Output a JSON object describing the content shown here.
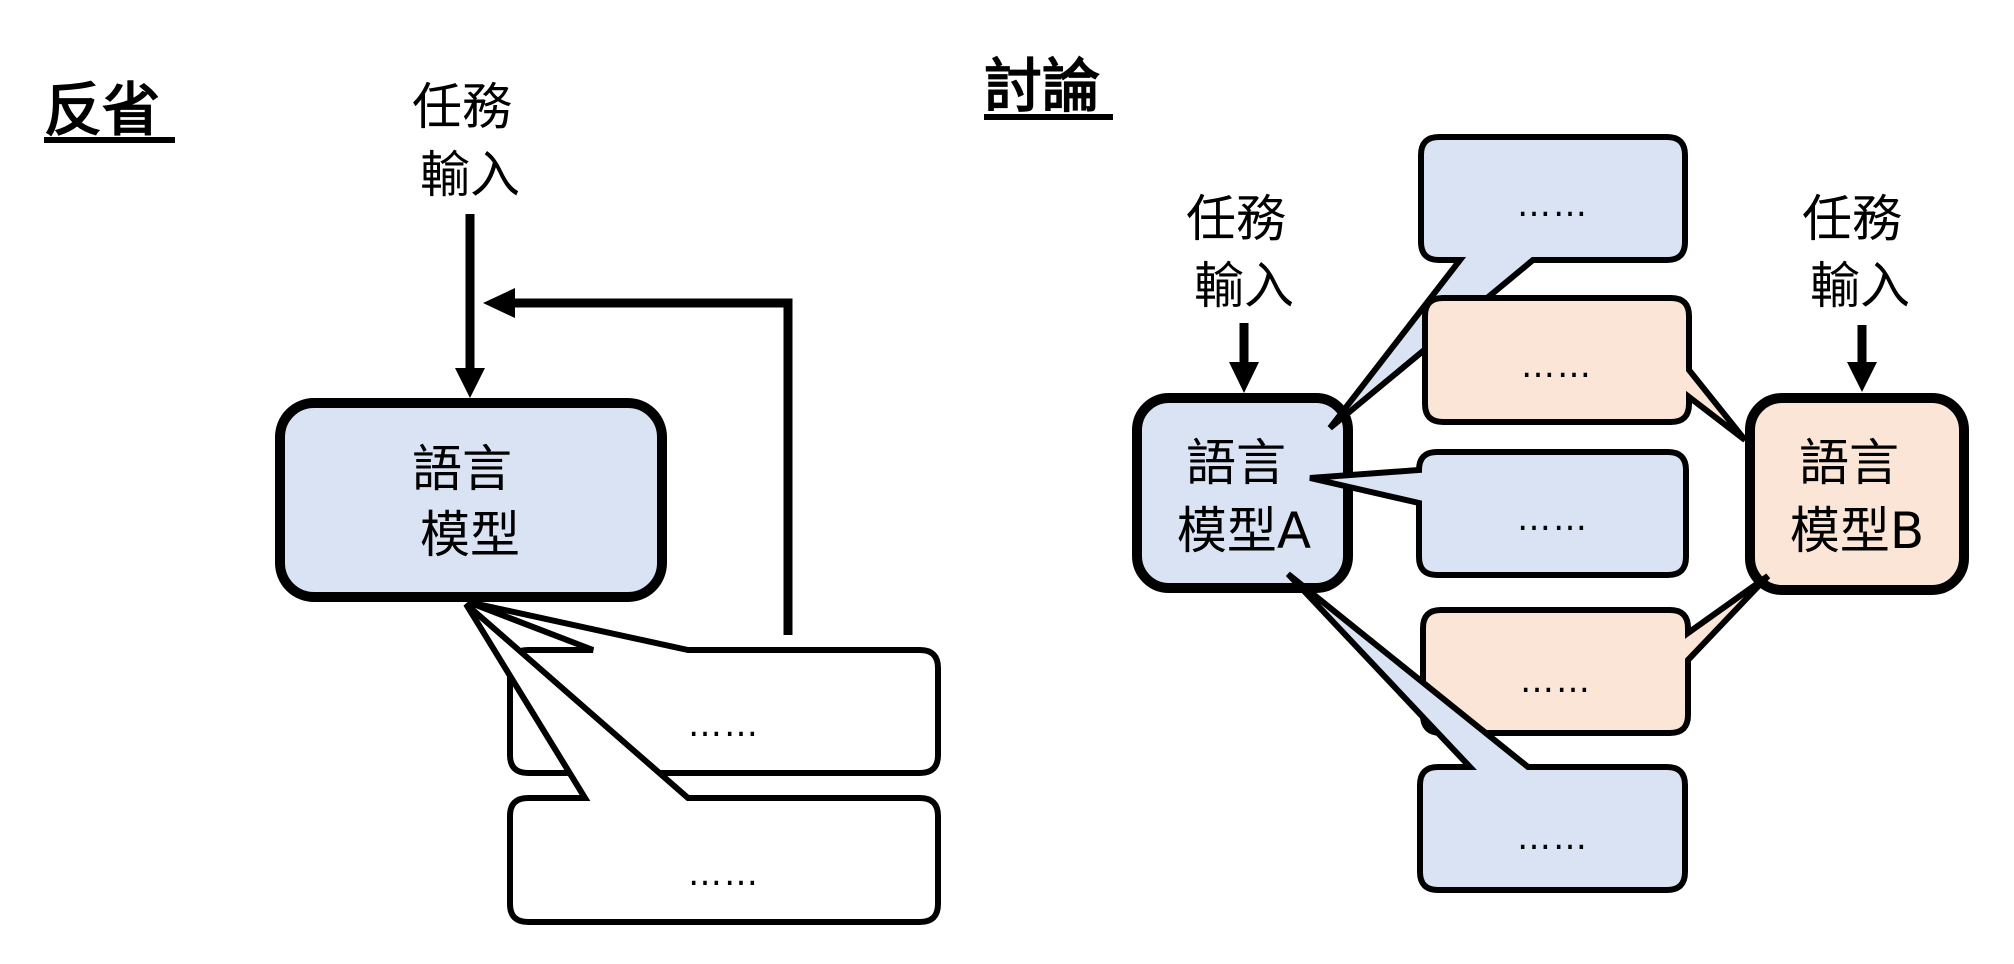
{
  "colors": {
    "model_a_fill": "#DAE3F3",
    "model_b_fill": "#FBE5D6",
    "neutral_fill": "#FFFFFF",
    "stroke": "#000000"
  },
  "reflection": {
    "title": "反省",
    "task_input": [
      "任務",
      "輸入"
    ],
    "model": [
      "語言",
      "模型"
    ],
    "outputs": [
      {
        "text": "……"
      },
      {
        "text": "……"
      }
    ],
    "feedback_arrow": "output fed back to model input"
  },
  "discussion": {
    "title": "討論",
    "model_a": {
      "label": [
        "語言",
        "模型A"
      ],
      "task_input": [
        "任務",
        "輸入"
      ]
    },
    "model_b": {
      "label": [
        "語言",
        "模型B"
      ],
      "task_input": [
        "任務",
        "輸入"
      ]
    },
    "messages": [
      {
        "speaker": "A",
        "text": "……"
      },
      {
        "speaker": "B",
        "text": "……"
      },
      {
        "speaker": "A",
        "text": "……"
      },
      {
        "speaker": "B",
        "text": "……"
      },
      {
        "speaker": "A",
        "text": "……"
      }
    ]
  }
}
